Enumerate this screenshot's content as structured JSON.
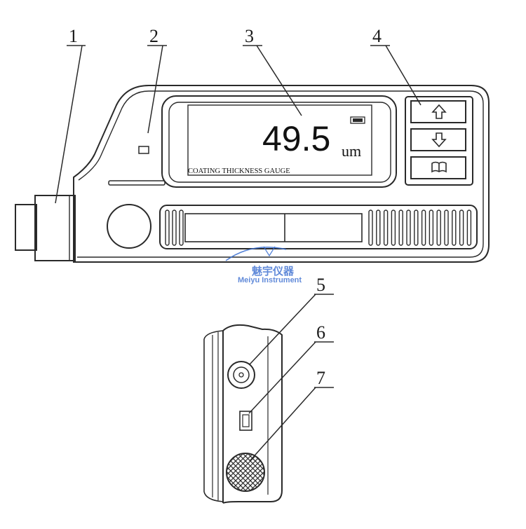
{
  "callouts": [
    "1",
    "2",
    "3",
    "4",
    "5",
    "6",
    "7"
  ],
  "display": {
    "reading": "49.5",
    "unit": "um",
    "caption": "COATING THICKNESS GAUGE"
  },
  "watermark": {
    "cn": "魅宇仪器",
    "en": "Meiyu Instrument"
  },
  "colors": {
    "line": "#2a2a2a",
    "watermark": "#3a6ed0"
  },
  "icons": [
    "up-arrow-icon",
    "down-arrow-icon",
    "book-icon"
  ]
}
